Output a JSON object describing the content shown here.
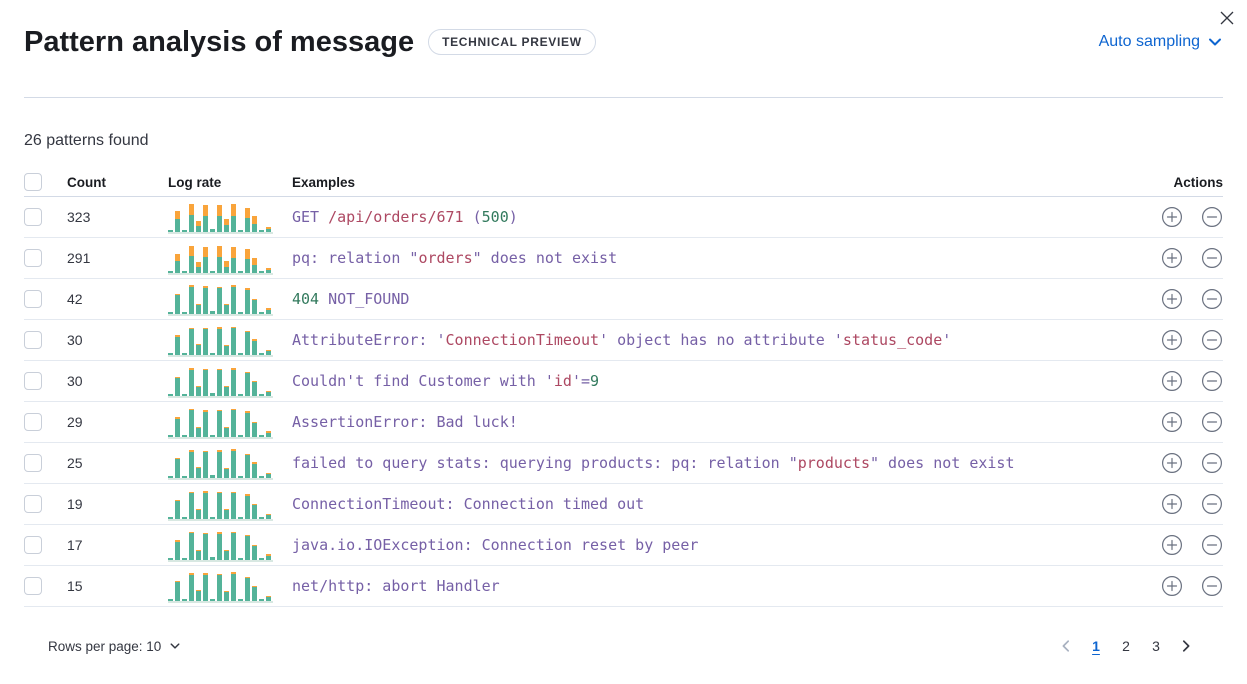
{
  "header": {
    "title": "Pattern analysis of message",
    "badge": "TECHNICAL PREVIEW",
    "sampling_label": "Auto sampling"
  },
  "summary": "26 patterns found",
  "table": {
    "columns": {
      "count": "Count",
      "log_rate": "Log rate",
      "examples": "Examples",
      "actions": "Actions"
    },
    "rows": [
      {
        "count": "323",
        "bars": [
          [
            0.06,
            0
          ],
          [
            0.42,
            0.26
          ],
          [
            0.07,
            0
          ],
          [
            0.56,
            0.36
          ],
          [
            0.2,
            0.17
          ],
          [
            0.53,
            0.34
          ],
          [
            0.09,
            0
          ],
          [
            0.53,
            0.36
          ],
          [
            0.22,
            0.2
          ],
          [
            0.5,
            0.38
          ],
          [
            0.06,
            0
          ],
          [
            0.46,
            0.33
          ],
          [
            0.27,
            0.25
          ],
          [
            0.07,
            0
          ],
          [
            0.1,
            0.08
          ]
        ],
        "example": [
          {
            "t": "GET ",
            "c": "p"
          },
          {
            "t": "/api/orders/671",
            "c": "r"
          },
          {
            "t": " (",
            "c": "p"
          },
          {
            "t": "500",
            "c": "g"
          },
          {
            "t": ")",
            "c": "p"
          }
        ]
      },
      {
        "count": "291",
        "bars": [
          [
            0.06,
            0
          ],
          [
            0.4,
            0.23
          ],
          [
            0.07,
            0
          ],
          [
            0.54,
            0.33
          ],
          [
            0.18,
            0.15
          ],
          [
            0.51,
            0.31
          ],
          [
            0.08,
            0
          ],
          [
            0.51,
            0.34
          ],
          [
            0.2,
            0.18
          ],
          [
            0.48,
            0.36
          ],
          [
            0.06,
            0
          ],
          [
            0.44,
            0.31
          ],
          [
            0.25,
            0.22
          ],
          [
            0.07,
            0
          ],
          [
            0.1,
            0.07
          ]
        ],
        "example": [
          {
            "t": "pq: relation ",
            "c": "p"
          },
          {
            "t": "\"",
            "c": "p"
          },
          {
            "t": "orders",
            "c": "r"
          },
          {
            "t": "\"",
            "c": "p"
          },
          {
            "t": " does not exist",
            "c": "p"
          }
        ]
      },
      {
        "count": "42",
        "bars": [
          [
            0.05,
            0
          ],
          [
            0.6,
            0.04
          ],
          [
            0.07,
            0
          ],
          [
            0.86,
            0.05
          ],
          [
            0.3,
            0.04
          ],
          [
            0.83,
            0.05
          ],
          [
            0.09,
            0
          ],
          [
            0.85,
            0.04
          ],
          [
            0.28,
            0.04
          ],
          [
            0.87,
            0.05
          ],
          [
            0.06,
            0
          ],
          [
            0.76,
            0.05
          ],
          [
            0.46,
            0.04
          ],
          [
            0.07,
            0
          ],
          [
            0.14,
            0.05
          ]
        ],
        "example": [
          {
            "t": "404",
            "c": "g"
          },
          {
            "t": " NOT_FOUND",
            "c": "p"
          }
        ]
      },
      {
        "count": "30",
        "bars": [
          [
            0.05,
            0
          ],
          [
            0.58,
            0.05
          ],
          [
            0.07,
            0
          ],
          [
            0.85,
            0.04
          ],
          [
            0.31,
            0.03
          ],
          [
            0.84,
            0.04
          ],
          [
            0.08,
            0
          ],
          [
            0.84,
            0.05
          ],
          [
            0.29,
            0.03
          ],
          [
            0.86,
            0.04
          ],
          [
            0.06,
            0
          ],
          [
            0.75,
            0.04
          ],
          [
            0.45,
            0.05
          ],
          [
            0.07,
            0
          ],
          [
            0.13,
            0.04
          ]
        ],
        "example": [
          {
            "t": "AttributeError: ",
            "c": "p"
          },
          {
            "t": "'",
            "c": "p"
          },
          {
            "t": "ConnectionTimeout",
            "c": "r"
          },
          {
            "t": "' object has no attribute ",
            "c": "p"
          },
          {
            "t": "'",
            "c": "p"
          },
          {
            "t": "status_code",
            "c": "r"
          },
          {
            "t": "'",
            "c": "p"
          }
        ]
      },
      {
        "count": "30",
        "bars": [
          [
            0.05,
            0
          ],
          [
            0.59,
            0.04
          ],
          [
            0.07,
            0
          ],
          [
            0.84,
            0.05
          ],
          [
            0.3,
            0.03
          ],
          [
            0.85,
            0.04
          ],
          [
            0.09,
            0
          ],
          [
            0.83,
            0.04
          ],
          [
            0.3,
            0.04
          ],
          [
            0.85,
            0.05
          ],
          [
            0.06,
            0
          ],
          [
            0.74,
            0.04
          ],
          [
            0.46,
            0.04
          ],
          [
            0.07,
            0
          ],
          [
            0.14,
            0.04
          ]
        ],
        "example": [
          {
            "t": "Couldn't find Customer with ",
            "c": "p"
          },
          {
            "t": "'",
            "c": "p"
          },
          {
            "t": "id",
            "c": "r"
          },
          {
            "t": "'=",
            "c": "p"
          },
          {
            "t": "9",
            "c": "g"
          }
        ]
      },
      {
        "count": "29",
        "bars": [
          [
            0.05,
            0
          ],
          [
            0.57,
            0.05
          ],
          [
            0.07,
            0
          ],
          [
            0.86,
            0.04
          ],
          [
            0.29,
            0.04
          ],
          [
            0.82,
            0.05
          ],
          [
            0.08,
            0
          ],
          [
            0.85,
            0.04
          ],
          [
            0.28,
            0.03
          ],
          [
            0.86,
            0.04
          ],
          [
            0.06,
            0
          ],
          [
            0.76,
            0.05
          ],
          [
            0.44,
            0.04
          ],
          [
            0.07,
            0
          ],
          [
            0.13,
            0.05
          ]
        ],
        "example": [
          {
            "t": "AssertionError: Bad luck!",
            "c": "p"
          }
        ]
      },
      {
        "count": "25",
        "bars": [
          [
            0.05,
            0
          ],
          [
            0.6,
            0.04
          ],
          [
            0.07,
            0
          ],
          [
            0.85,
            0.05
          ],
          [
            0.31,
            0.04
          ],
          [
            0.84,
            0.04
          ],
          [
            0.09,
            0
          ],
          [
            0.84,
            0.05
          ],
          [
            0.29,
            0.04
          ],
          [
            0.86,
            0.05
          ],
          [
            0.06,
            0
          ],
          [
            0.75,
            0.04
          ],
          [
            0.46,
            0.05
          ],
          [
            0.07,
            0
          ],
          [
            0.14,
            0.04
          ]
        ],
        "example": [
          {
            "t": "failed to query stats: querying products: pq: relation ",
            "c": "p"
          },
          {
            "t": "\"",
            "c": "p"
          },
          {
            "t": "products",
            "c": "r"
          },
          {
            "t": "\"",
            "c": "p"
          },
          {
            "t": " does not exist",
            "c": "p"
          }
        ]
      },
      {
        "count": "19",
        "bars": [
          [
            0.05,
            0
          ],
          [
            0.58,
            0.04
          ],
          [
            0.07,
            0
          ],
          [
            0.84,
            0.04
          ],
          [
            0.3,
            0.03
          ],
          [
            0.85,
            0.05
          ],
          [
            0.08,
            0
          ],
          [
            0.83,
            0.04
          ],
          [
            0.29,
            0.04
          ],
          [
            0.85,
            0.04
          ],
          [
            0.06,
            0
          ],
          [
            0.74,
            0.05
          ],
          [
            0.45,
            0.04
          ],
          [
            0.07,
            0
          ],
          [
            0.13,
            0.04
          ]
        ],
        "example": [
          {
            "t": "ConnectionTimeout: Connection timed out",
            "c": "p"
          }
        ]
      },
      {
        "count": "17",
        "bars": [
          [
            0.05,
            0
          ],
          [
            0.59,
            0.05
          ],
          [
            0.07,
            0
          ],
          [
            0.86,
            0.04
          ],
          [
            0.3,
            0.04
          ],
          [
            0.83,
            0.04
          ],
          [
            0.09,
            0
          ],
          [
            0.85,
            0.05
          ],
          [
            0.28,
            0.03
          ],
          [
            0.86,
            0.04
          ],
          [
            0.06,
            0
          ],
          [
            0.76,
            0.04
          ],
          [
            0.46,
            0.04
          ],
          [
            0.07,
            0
          ],
          [
            0.14,
            0.05
          ]
        ],
        "example": [
          {
            "t": "java.io.IOException: Connection reset by peer",
            "c": "p"
          }
        ]
      },
      {
        "count": "15",
        "bars": [
          [
            0.05,
            0
          ],
          [
            0.6,
            0.04
          ],
          [
            0.07,
            0
          ],
          [
            0.85,
            0.05
          ],
          [
            0.31,
            0.03
          ],
          [
            0.84,
            0.05
          ],
          [
            0.08,
            0
          ],
          [
            0.84,
            0.04
          ],
          [
            0.29,
            0.04
          ],
          [
            0.86,
            0.05
          ],
          [
            0.06,
            0
          ],
          [
            0.75,
            0.04
          ],
          [
            0.45,
            0.04
          ],
          [
            0.07,
            0
          ],
          [
            0.14,
            0.04
          ]
        ],
        "example": [
          {
            "t": "net/http: abort Handler",
            "c": "p"
          }
        ]
      }
    ]
  },
  "footer": {
    "rows_per_page_label": "Rows per page: 10",
    "pages": [
      "1",
      "2",
      "3"
    ],
    "active_page": "1"
  },
  "colors": {
    "token_purple": "#7660a6",
    "token_red": "#ad4862",
    "token_green": "#327a5d",
    "bar_teal": "#54b399",
    "bar_orange": "#f9a43b",
    "link_blue": "#0e65d0",
    "divider": "#d3dae6"
  }
}
